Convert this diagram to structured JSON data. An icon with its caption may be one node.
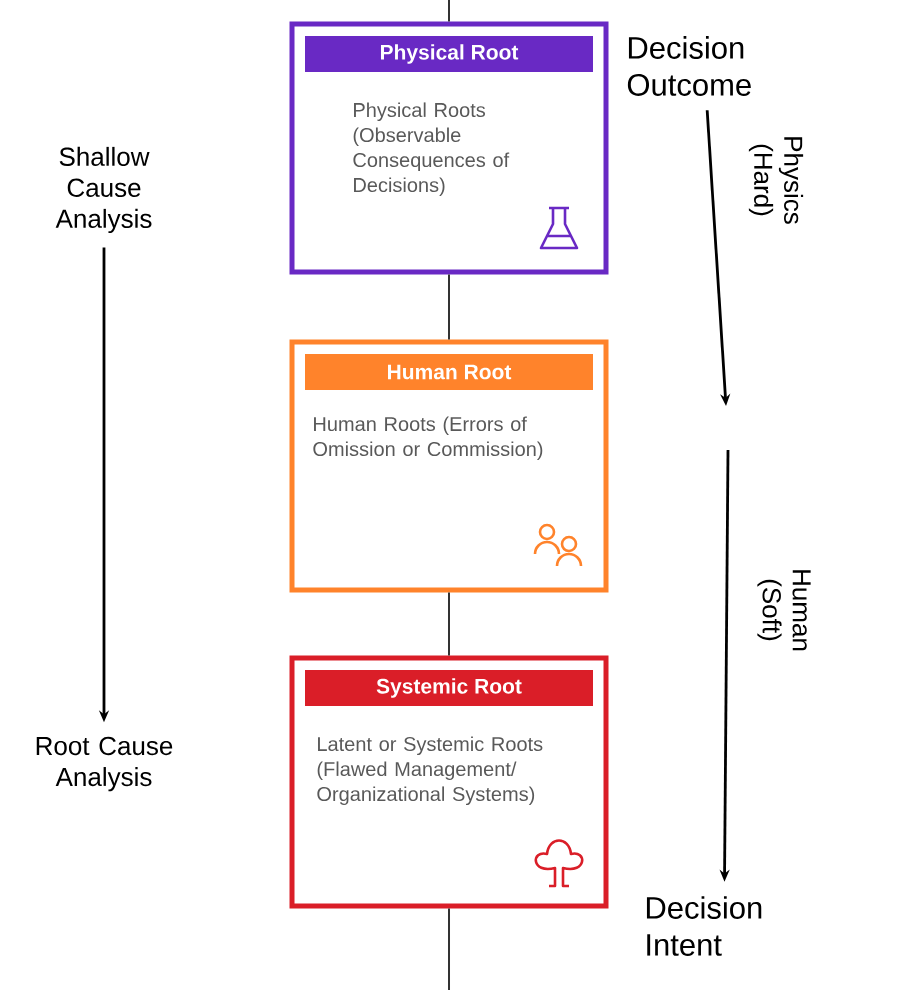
{
  "diagram": {
    "nodes": [
      {
        "text": [
          "Physical Root",
          "Physical Roots (Observable Consequences of Decisions)"
        ]
      },
      {
        "text": [
          "Human Root",
          "Human Roots (Errors of Omission or Commission)"
        ]
      },
      {
        "text": [
          "Systemic Root",
          "Latent or Systemic Roots (Flawed Management/ Organizational Systems)"
        ]
      },
      {
        "text": [
          "Shallow Cause Analysis"
        ]
      },
      {
        "text": [
          "Root Cause Analysis"
        ]
      },
      {
        "text": [
          "Decision Outcome"
        ]
      },
      {
        "text": [
          "Decision Intent"
        ]
      }
    ],
    "edges": [
      {
        "from": null,
        "to": 0,
        "arrow": "none"
      },
      {
        "from": 0,
        "to": 1,
        "arrow": "none"
      },
      {
        "from": 1,
        "to": 2,
        "arrow": "none"
      },
      {
        "from": 2,
        "to": null,
        "arrow": "none"
      },
      {
        "from": 3,
        "to": 4,
        "arrow": "to"
      },
      {
        "from": 5,
        "to": null,
        "arrow": "to",
        "label": "Physics (Hard)"
      },
      {
        "from": null,
        "to": 6,
        "arrow": "to",
        "label": "Human (Soft)"
      }
    ]
  }
}
